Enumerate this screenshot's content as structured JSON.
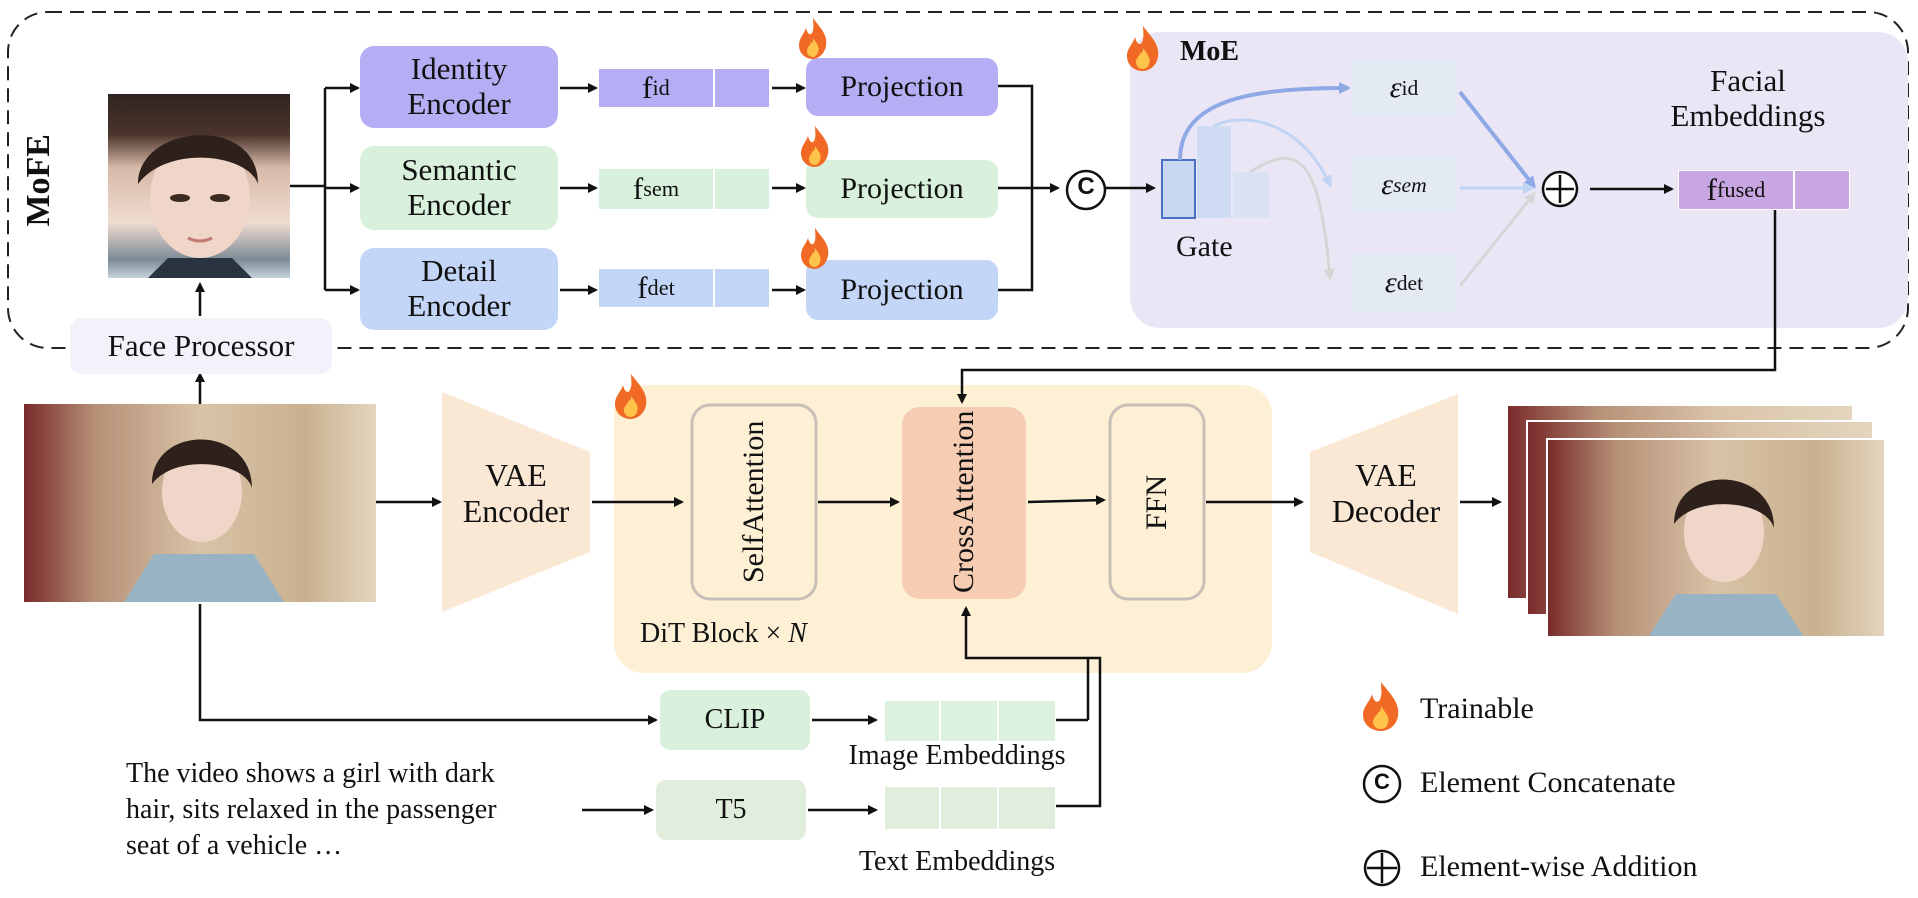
{
  "mofe": {
    "title": "MoFE",
    "face_processor": "Face Processor"
  },
  "encoders": {
    "identity": [
      "Identity",
      "Encoder"
    ],
    "semantic": [
      "Semantic",
      "Encoder"
    ],
    "detail": [
      "Detail",
      "Encoder"
    ]
  },
  "features": {
    "id_sub": "id",
    "sem_sub": "sem",
    "det_sub": "det",
    "fused_sub": "fused",
    "f": "f"
  },
  "projection": "Projection",
  "moe": {
    "title": "MoE",
    "gate": "Gate",
    "expert_sym": "ε",
    "experts": [
      "id",
      "sem",
      "det"
    ],
    "facial_embeddings": [
      "Facial",
      "Embeddings"
    ]
  },
  "concat_symbol": "C",
  "add_symbol": "⊕",
  "vae_encoder": [
    "VAE",
    "Encoder"
  ],
  "vae_decoder": [
    "VAE",
    "Decoder"
  ],
  "dit": {
    "self_attention": [
      "Self",
      "Attention"
    ],
    "cross_attention": [
      "Cross",
      "Attention"
    ],
    "ffn": "FFN",
    "block_label": "DiT Block ×",
    "block_n": "N"
  },
  "clip": "CLIP",
  "t5": "T5",
  "image_embeddings": "Image Embeddings",
  "text_embeddings": "Text Embeddings",
  "caption": [
    "The video shows a girl with dark",
    "hair, sits relaxed in the passenger",
    "seat of a vehicle …"
  ],
  "legend": {
    "trainable": "Trainable",
    "concat": "Element Concatenate",
    "addition": "Element-wise Addition"
  },
  "colors": {
    "identity": "#b6aef5",
    "semantic": "#d9f0dd",
    "detail": "#c4d6f7",
    "moe_bg": "#ebe6f6",
    "dit_bg": "#fdf0d5",
    "cross_attn": "#f6cdb3",
    "vae": "#fbe8d4",
    "fused": "#c8a6e2",
    "flame": "#f06a26"
  }
}
